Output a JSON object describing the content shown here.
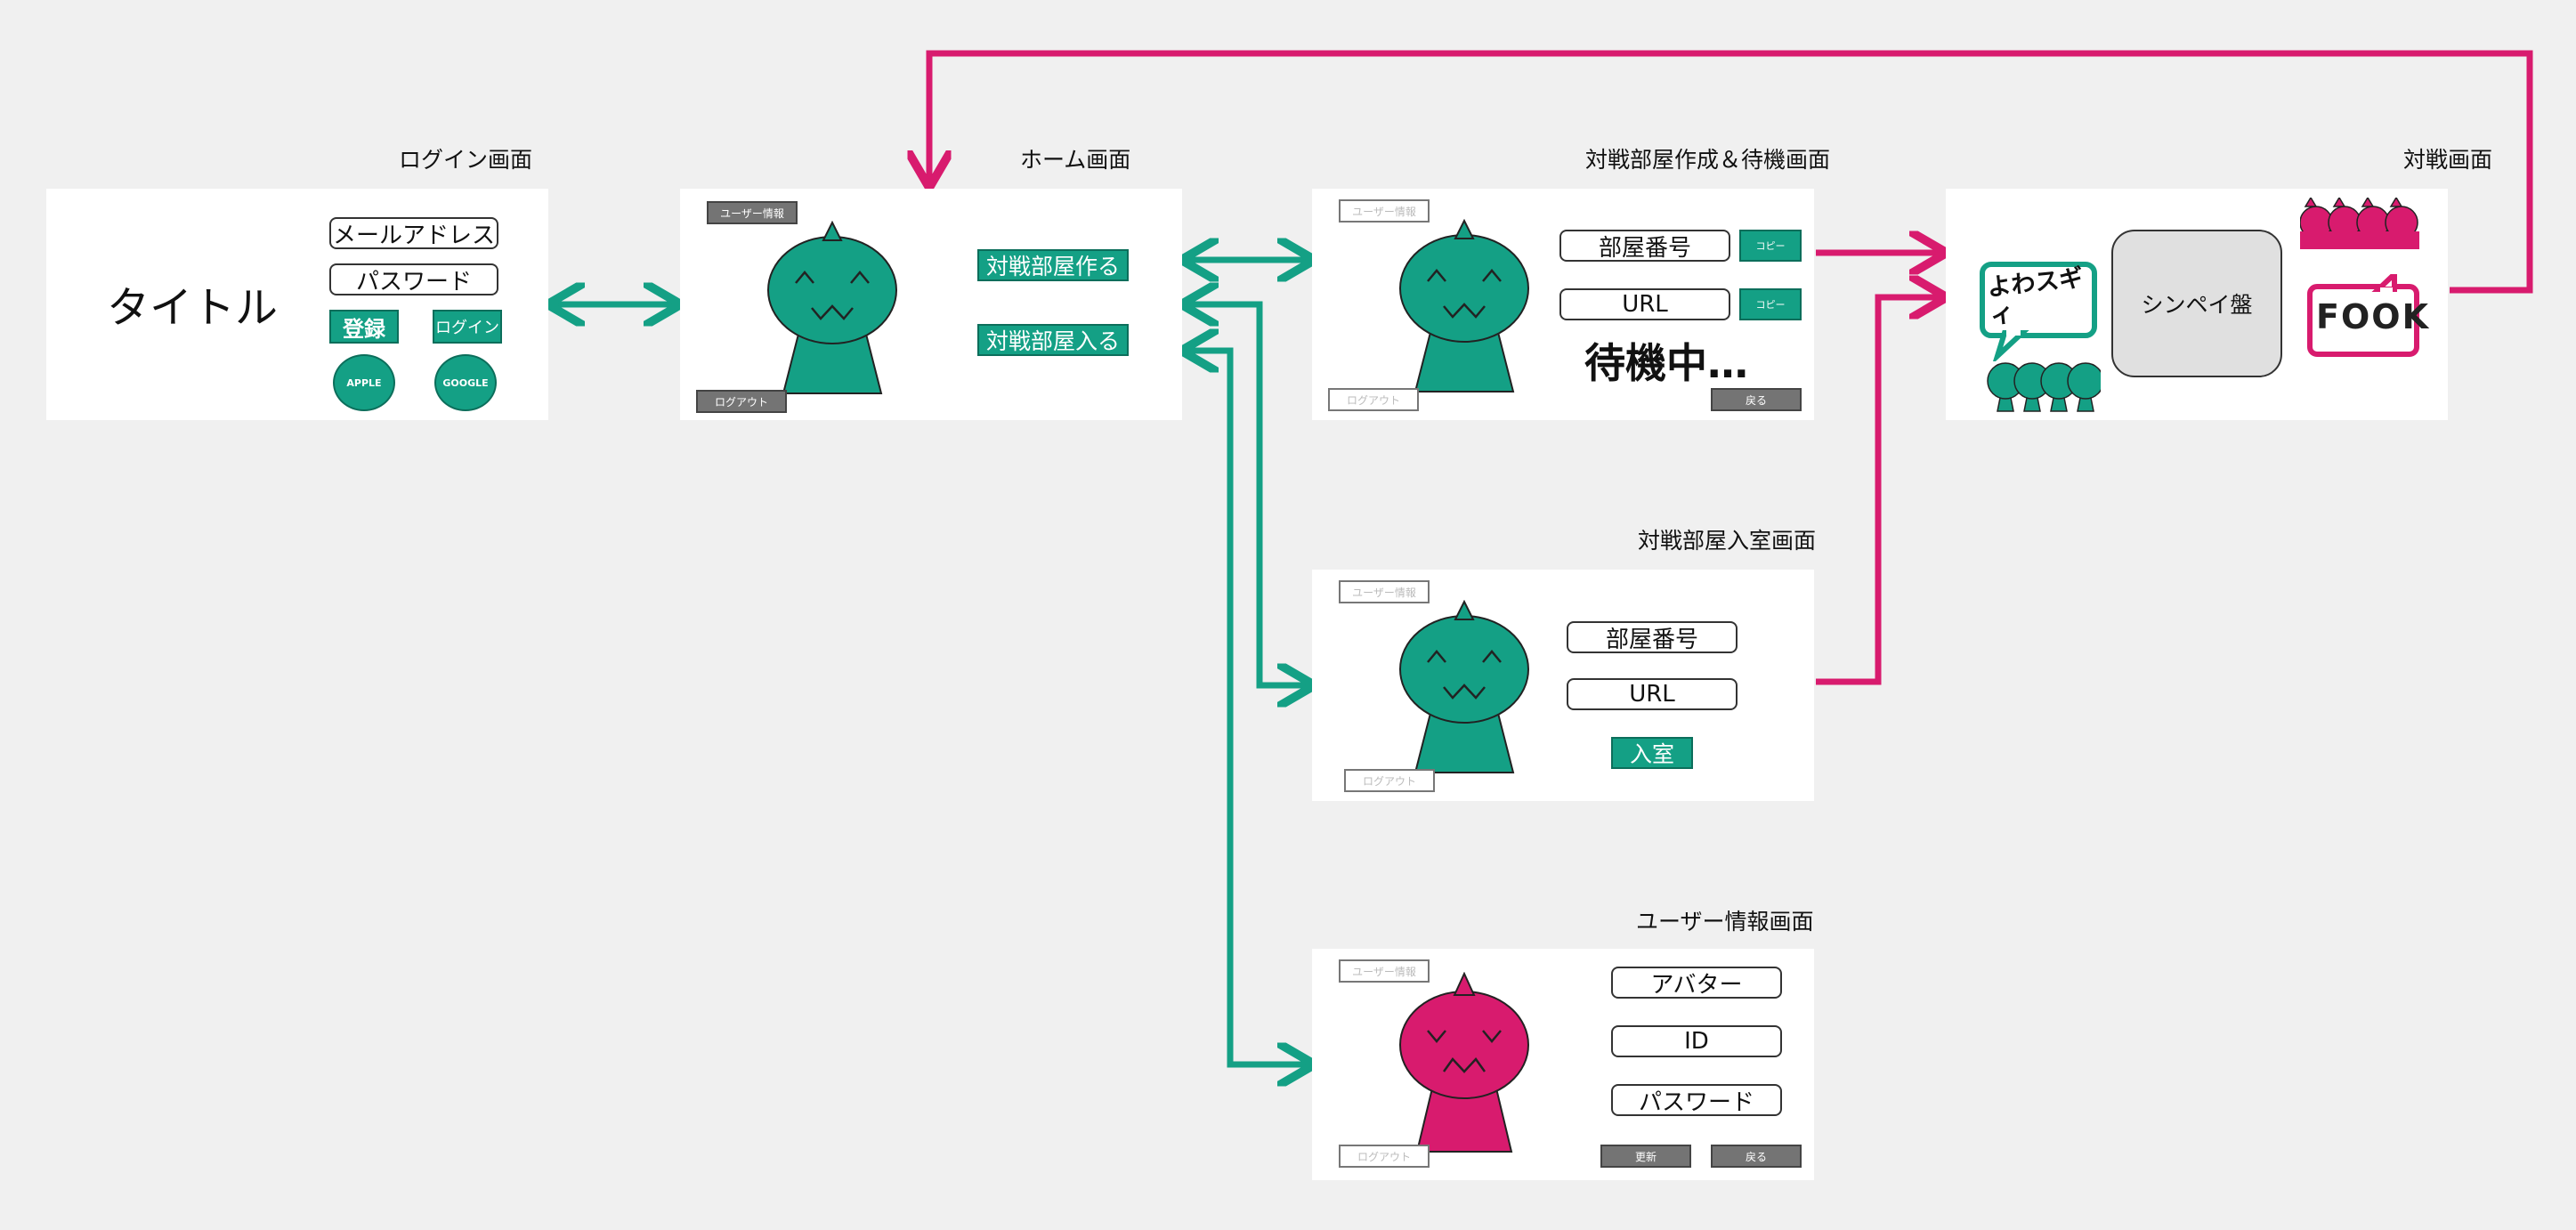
{
  "colors": {
    "accent": "#14a085",
    "accent_dark": "#0c6e5b",
    "magenta": "#d81b6e",
    "gray": "#747474",
    "background": "#f0f0f0"
  },
  "login": {
    "title": "ログイン画面",
    "app_title": "タイトル",
    "email_placeholder": "メールアドレス",
    "password_placeholder": "パスワード",
    "register": "登録",
    "login": "ログイン",
    "apple": "APPLE",
    "google": "GOOGLE"
  },
  "home": {
    "title": "ホーム画面",
    "user_info": "ユーザー情報",
    "create_room": "対戦部屋作る",
    "join_room": "対戦部屋入る",
    "logout": "ログアウト"
  },
  "create_wait": {
    "title": "対戦部屋作成＆待機画面",
    "user_info": "ユーザー情報",
    "room_number": "部屋番号",
    "url": "URL",
    "copy": "コピー",
    "waiting": "待機中…",
    "logout": "ログアウト",
    "back": "戻る"
  },
  "battle": {
    "title": "対戦画面",
    "board": "シンペイ盤",
    "bubble_left": "よわスギィ",
    "bubble_right": "FOOK"
  },
  "join_room": {
    "title": "対戦部屋入室画面",
    "user_info": "ユーザー情報",
    "room_number": "部屋番号",
    "url": "URL",
    "enter": "入室",
    "logout": "ログアウト"
  },
  "user_info": {
    "title": "ユーザー情報画面",
    "user_info": "ユーザー情報",
    "avatar": "アバター",
    "id": "ID",
    "password": "パスワード",
    "update": "更新",
    "back": "戻る",
    "logout": "ログアウト"
  }
}
